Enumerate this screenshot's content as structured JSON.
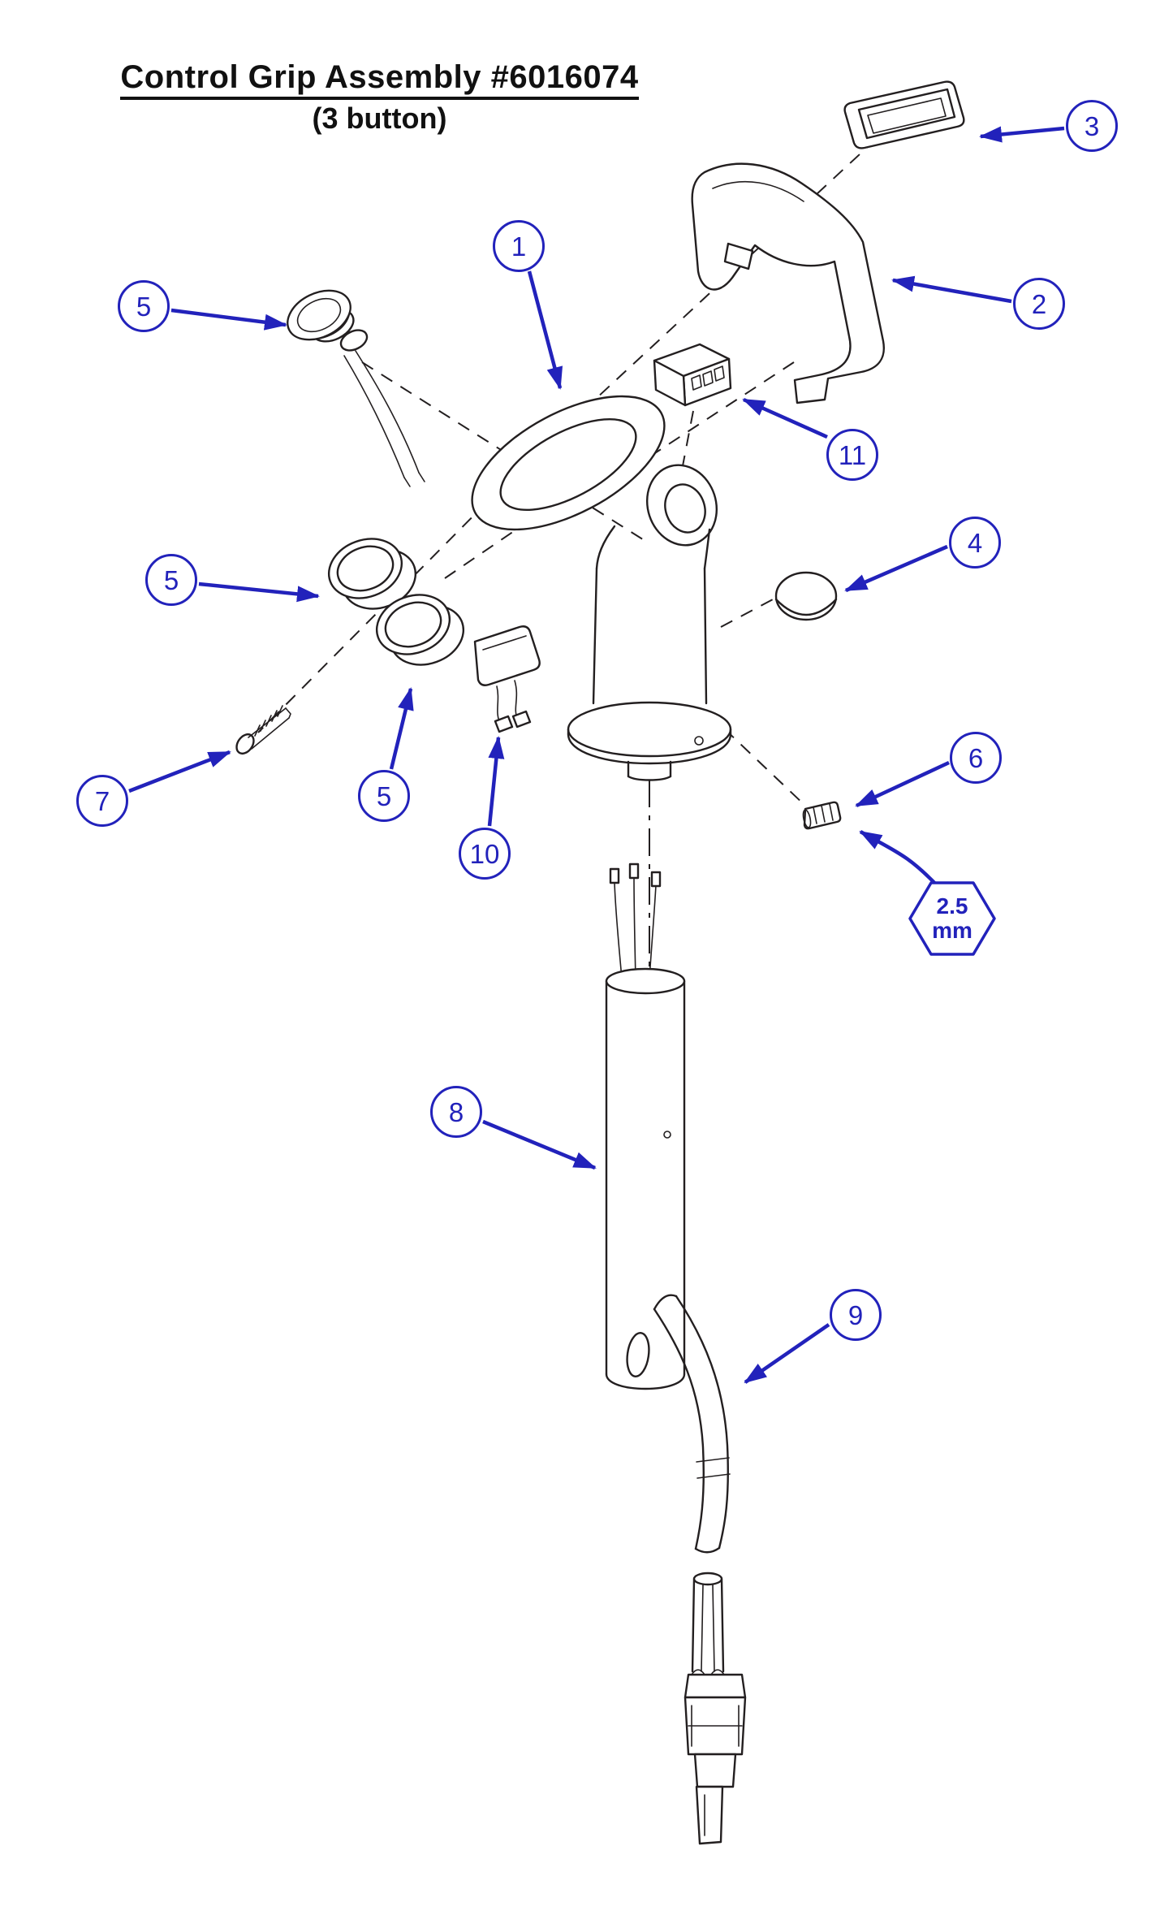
{
  "title": {
    "main": "Control Grip Assembly #6016074",
    "sub": "(3 button)"
  },
  "callouts": {
    "n1": {
      "label": "1"
    },
    "n2": {
      "label": "2"
    },
    "n3": {
      "label": "3"
    },
    "n4": {
      "label": "4"
    },
    "n5a": {
      "label": "5"
    },
    "n5b": {
      "label": "5"
    },
    "n5c": {
      "label": "5"
    },
    "n6": {
      "label": "6"
    },
    "n7": {
      "label": "7"
    },
    "n8": {
      "label": "8"
    },
    "n9": {
      "label": "9"
    },
    "n10": {
      "label": "10"
    },
    "n11": {
      "label": "11"
    }
  },
  "wrench_size": {
    "line1": "2.5",
    "line2": "mm"
  },
  "colors": {
    "accent": "#2222bb",
    "line": "#231f20",
    "background": "#ffffff"
  }
}
